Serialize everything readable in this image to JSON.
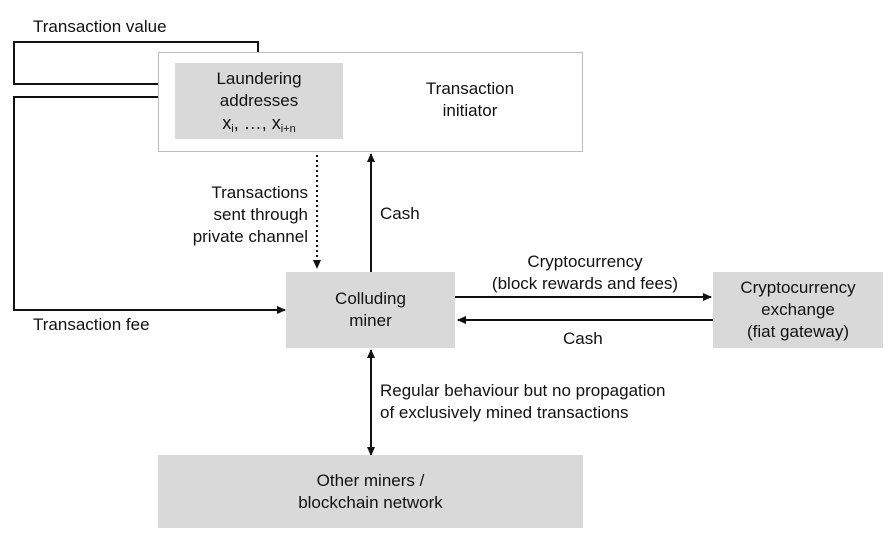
{
  "nodes": {
    "initiator": {
      "label": "Transaction\ninitiator"
    },
    "laundering": {
      "line1": "Laundering",
      "line2": "addresses",
      "x1": "x",
      "x1_sub": "i",
      "sep": ", …, ",
      "x2": "x",
      "x2_sub": "i+n"
    },
    "colluding": {
      "label": "Colluding\nminer"
    },
    "exchange": {
      "label": "Cryptocurrency\nexchange\n(fiat gateway)"
    },
    "others": {
      "label": "Other miners /\nblockchain network"
    }
  },
  "edges": {
    "transaction_value": "Transaction value",
    "transaction_fee": "Transaction fee",
    "private_channel": "Transactions\nsent through\nprivate channel",
    "cash_up": "Cash",
    "crypto_out": "Cryptocurrency\n(block rewards and fees)",
    "cash_back": "Cash",
    "regular_behaviour": "Regular behaviour but no propagation\nof exclusively mined transactions"
  }
}
